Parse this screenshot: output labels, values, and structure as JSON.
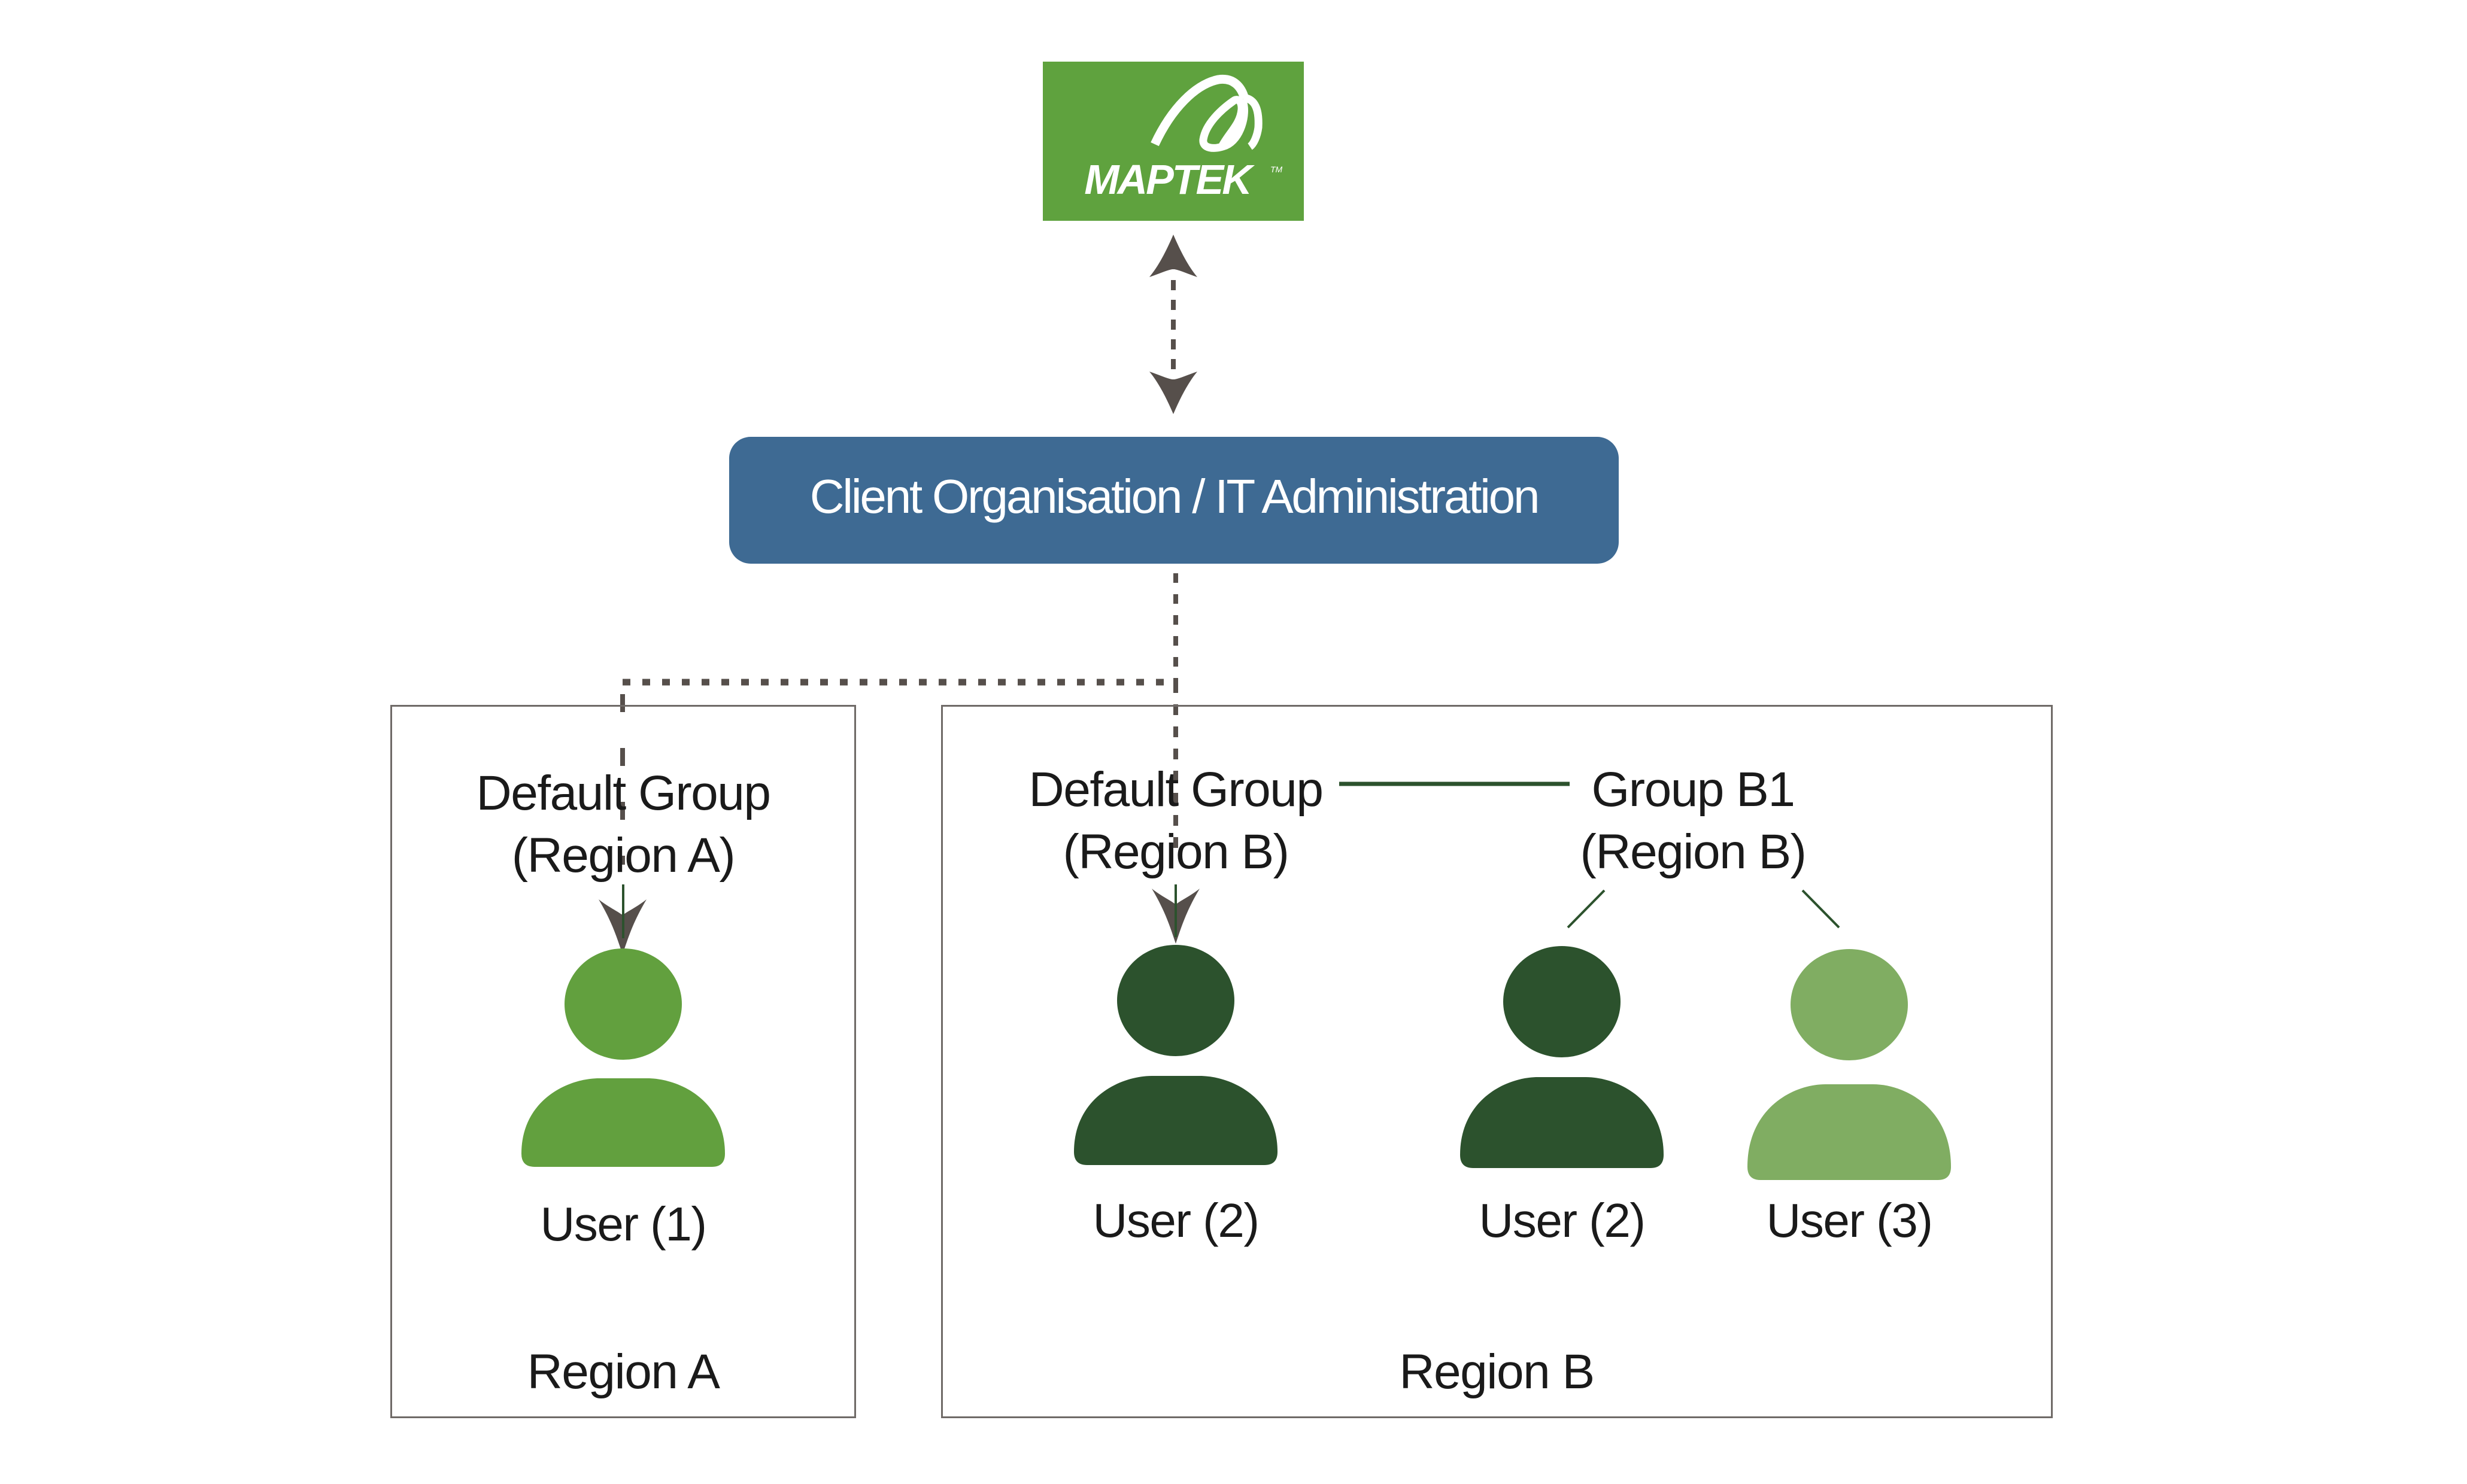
{
  "logo": {
    "brand_name": "MAPTEK",
    "trademark": "TM",
    "color": "#5fa23e"
  },
  "org": {
    "label": "Client Organisation / IT Administration",
    "color": "#3e6a93"
  },
  "connectors": {
    "arrow_color": "#564f4b",
    "line_color": "#2c522d",
    "logo_to_org": "bidirectional-dashed",
    "org_to_groups": "dashed-arrows"
  },
  "regions": [
    {
      "label": "Region A",
      "groups": [
        {
          "line1": "Default Group",
          "line2": "(Region A)"
        }
      ],
      "users": [
        {
          "label": "User (1)",
          "color": "#62a03e"
        }
      ]
    },
    {
      "label": "Region B",
      "groups": [
        {
          "line1": "Default Group",
          "line2": "(Region B)"
        },
        {
          "line1": "Group B1",
          "line2": "(Region B)"
        }
      ],
      "users": [
        {
          "label": "User (2)",
          "color": "#2c522d"
        },
        {
          "label": "User (2)",
          "color": "#2c522d"
        },
        {
          "label": "User (3)",
          "color": "#80ad62"
        }
      ]
    }
  ]
}
